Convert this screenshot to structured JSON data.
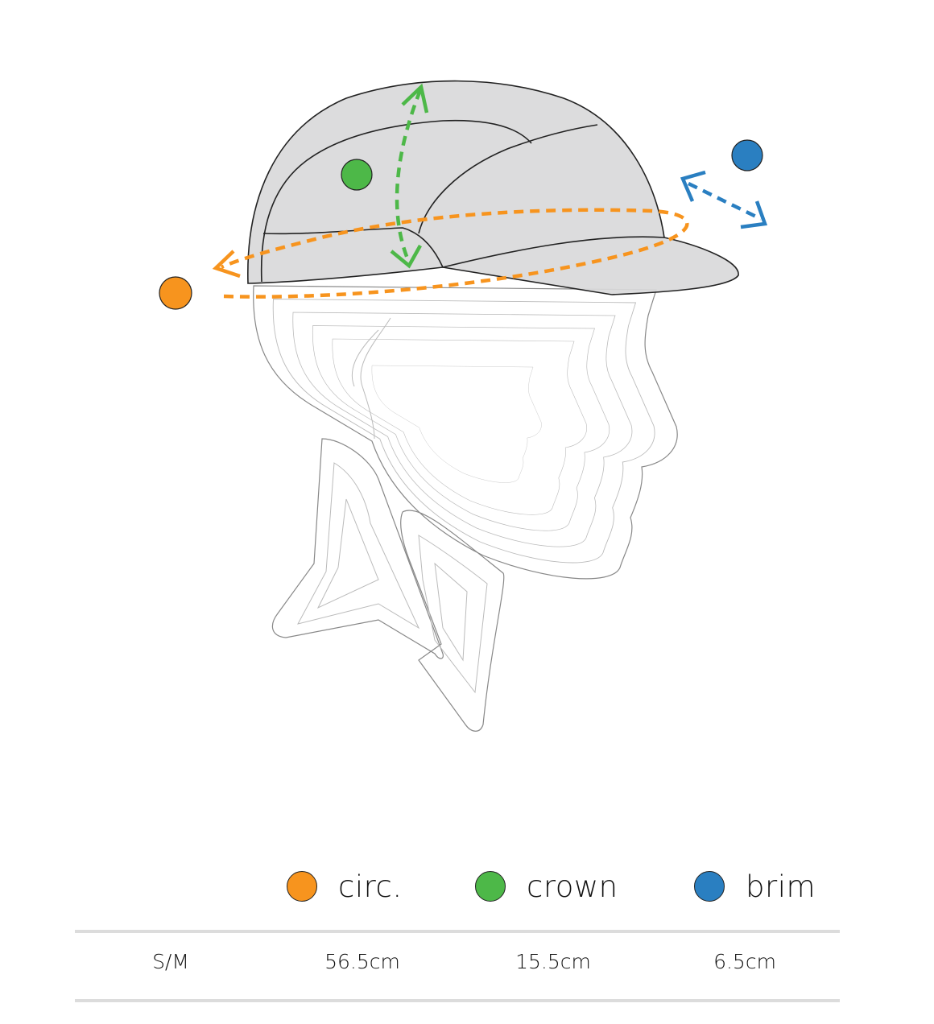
{
  "colors": {
    "circ": "#F7941E",
    "crown": "#4DB848",
    "brim": "#2A7FC1",
    "cap_fill": "#D9D9DA",
    "rule": "#DCDCDC"
  },
  "legend": [
    {
      "label": "circ.",
      "color": "#F7941E"
    },
    {
      "label": "crown",
      "color": "#4DB848"
    },
    {
      "label": "brim",
      "color": "#2A7FC1"
    }
  ],
  "table": {
    "rows": [
      {
        "size": "S/M",
        "circ": "56.5cm",
        "crown": "15.5cm",
        "brim": "6.5cm"
      }
    ]
  }
}
